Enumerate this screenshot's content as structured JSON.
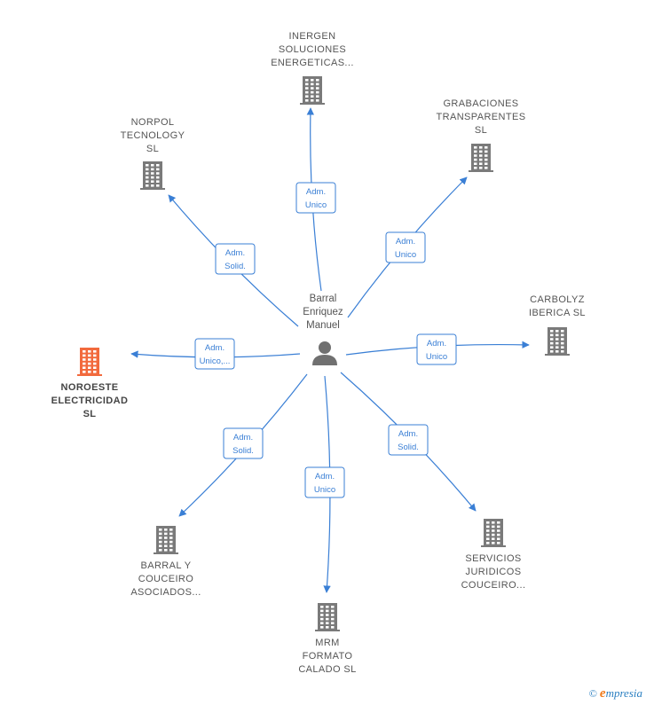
{
  "center": {
    "name_lines": [
      "Barral",
      "Enriquez",
      "Manuel"
    ],
    "icon": "person-icon"
  },
  "colors": {
    "edge": "#3a7fd5",
    "building": "#7a7a7a",
    "highlight": "#f26a3d"
  },
  "companies": [
    {
      "id": "inergen",
      "lines": [
        "INERGEN",
        "SOLUCIONES",
        "ENERGETICAS..."
      ],
      "role": [
        "Adm.",
        "Unico"
      ],
      "highlight": false
    },
    {
      "id": "grabaciones",
      "lines": [
        "GRABACIONES",
        "TRANSPARENTES",
        "SL"
      ],
      "role": [
        "Adm.",
        "Unico"
      ],
      "highlight": false
    },
    {
      "id": "norpol",
      "lines": [
        "NORPOL",
        "TECNOLOGY",
        "SL"
      ],
      "role": [
        "Adm.",
        "Solid."
      ],
      "highlight": false
    },
    {
      "id": "carbolyz",
      "lines": [
        "CARBOLYZ",
        "IBERICA  SL"
      ],
      "role": [
        "Adm.",
        "Unico"
      ],
      "highlight": false
    },
    {
      "id": "noroeste",
      "lines": [
        "NOROESTE",
        "ELECTRICIDAD",
        "SL"
      ],
      "role": [
        "Adm.",
        "Unico,..."
      ],
      "highlight": true
    },
    {
      "id": "barral-couceiro",
      "lines": [
        "BARRAL Y",
        "COUCEIRO",
        "ASOCIADOS..."
      ],
      "role": [
        "Adm.",
        "Solid."
      ],
      "highlight": false
    },
    {
      "id": "servicios",
      "lines": [
        "SERVICIOS",
        "JURIDICOS",
        "COUCEIRO..."
      ],
      "role": [
        "Adm.",
        "Solid."
      ],
      "highlight": false
    },
    {
      "id": "mrm",
      "lines": [
        "MRM",
        "FORMATO",
        "CALADO  SL"
      ],
      "role": [
        "Adm.",
        "Unico"
      ],
      "highlight": false
    }
  ],
  "footer": {
    "copyright_symbol": "©",
    "brand_initial": "e",
    "brand_rest": "mpresia"
  }
}
